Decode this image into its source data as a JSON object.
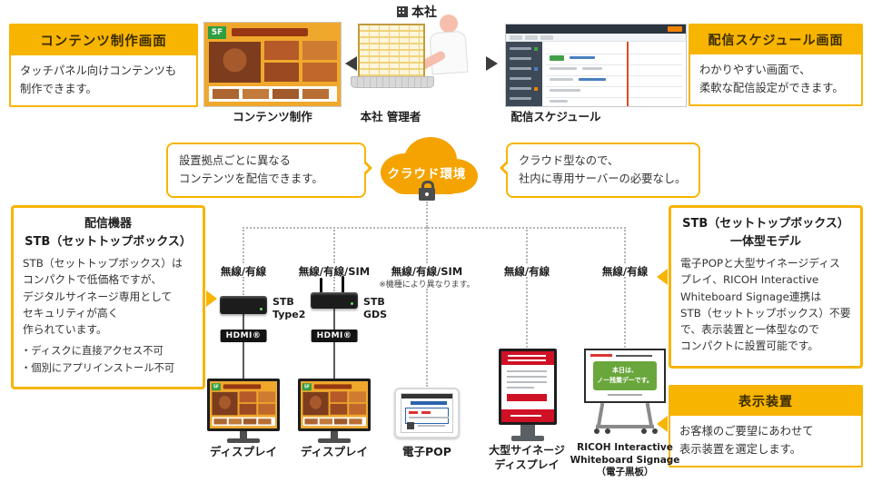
{
  "colors": {
    "accent": "#f7b400",
    "cloud": "#f5a300",
    "header-text": "#3a2b00",
    "dotted": "#b5b5b5"
  },
  "top": {
    "hq": "本社",
    "content_box": {
      "title": "コンテンツ制作画面",
      "body": "タッチパネル向けコンテンツも\n制作できます。"
    },
    "schedule_box": {
      "title": "配信スケジュール画面",
      "body": "わかりやすい画面で、\n柔軟な配信設定ができます。"
    },
    "content_caption": "コンテンツ制作",
    "admin_caption": "本社 管理者",
    "schedule_caption": "配信スケジュール",
    "floor_badge": "5F"
  },
  "cloud": {
    "label": "クラウド環境",
    "left_bubble": "設置拠点ごとに異なる\nコンテンツを配信できます。",
    "right_bubble": "クラウド型なので、\n社内に専用サーバーの必要なし。"
  },
  "stb_box": {
    "title": "配信機器\nSTB（セットトップボックス）",
    "body": "STB（セットトップボックス）は\nコンパクトで低価格ですが、\nデジタルサイネージ専用として\nセキュリティが高く\n作られています。",
    "bullets": "・ディスクに直接アクセス不可\n・個別にアプリインストール不可"
  },
  "integrated_box": {
    "title": "STB（セットトップボックス）\n一体型モデル",
    "body": "電子POPと大型サイネージディス\nプレイ、RICOH Interactive\nWhiteboard Signage連携は\nSTB（セットトップボックス）不要\nで、表示装置と一体型なので\nコンパクトに設置可能です。"
  },
  "display_box": {
    "title": "表示装置",
    "body": "お客様のご要望にあわせて\n表示装置を選定します。"
  },
  "connections": {
    "c1": "無線/有線",
    "c2": "無線/有線/SIM",
    "c3": "無線/有線/SIM",
    "c3_note": "※機種により異なります。",
    "c4": "無線/有線",
    "c5": "無線/有線"
  },
  "devices": {
    "stb_type2": "STB\nType2",
    "stb_gds": "STB\nGDS",
    "hdmi": "HDMI®",
    "caption_display1": "ディスプレイ",
    "caption_display2": "ディスプレイ",
    "caption_epop": "電子POP",
    "caption_signage": "大型サイネージ\nディスプレイ",
    "caption_whiteboard": "RICOH Interactive\nWhiteboard Signage\n（電子黒板）"
  },
  "whiteboard_screen": {
    "text": "本日は、\nノー残業デーです。"
  }
}
